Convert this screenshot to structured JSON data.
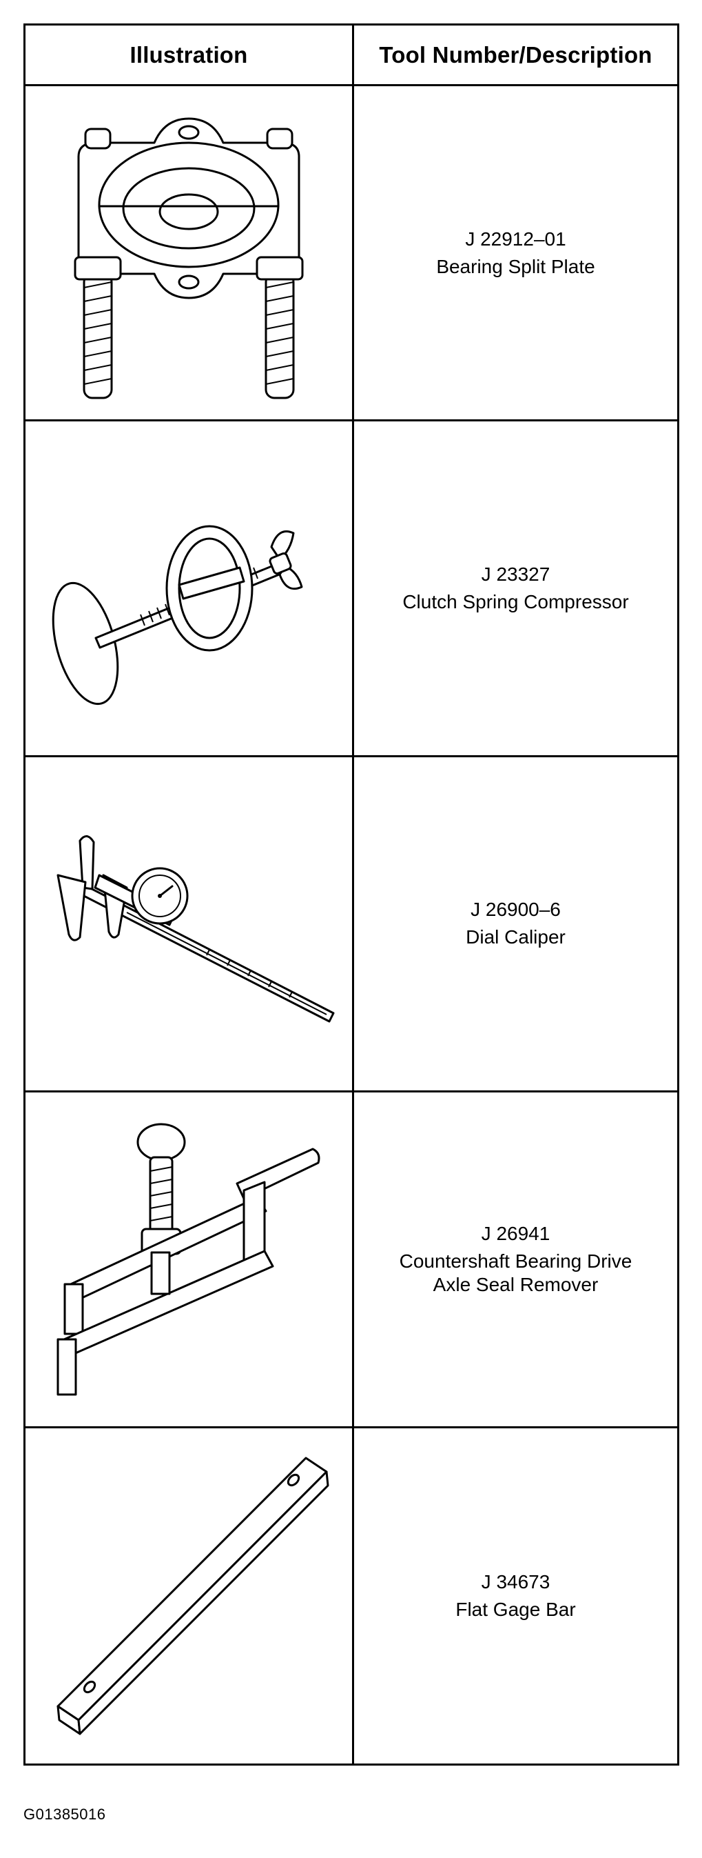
{
  "table": {
    "header": {
      "illustration": "Illustration",
      "description": "Tool Number/Description"
    },
    "rows": [
      {
        "number": "J 22912–01",
        "description": [
          "Bearing Split Plate"
        ],
        "icon": "bearing-split-plate-icon"
      },
      {
        "number": "J 23327",
        "description": [
          "Clutch Spring Compressor"
        ],
        "icon": "clutch-spring-compressor-icon"
      },
      {
        "number": "J 26900–6",
        "description": [
          "Dial Caliper"
        ],
        "icon": "dial-caliper-icon"
      },
      {
        "number": "J 26941",
        "description": [
          "Countershaft Bearing Drive",
          "Axle Seal Remover"
        ],
        "icon": "countershaft-bearing-drive-icon"
      },
      {
        "number": "J 34673",
        "description": [
          "Flat Gage Bar"
        ],
        "icon": "flat-gage-bar-icon"
      }
    ]
  },
  "figure_id": "G01385016"
}
